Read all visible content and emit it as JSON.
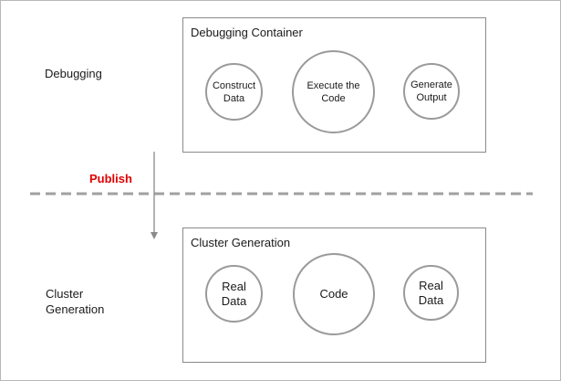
{
  "stage_labels": {
    "debugging": "Debugging",
    "cluster_generation": "Cluster Generation"
  },
  "publish_label": "Publish",
  "debugging_container": {
    "title": "Debugging Container",
    "steps": [
      "Construct Data",
      "Execute the Code",
      "Generate Output"
    ]
  },
  "cluster_generation_box": {
    "title": "Cluster Generation",
    "items": [
      "Real Data",
      "Code",
      "Real Data"
    ]
  },
  "colors": {
    "publish": "#e00000",
    "border": "#8a8a8a",
    "circle_border": "#9a9a9a",
    "dashed_line": "#a0a0a0",
    "arrow": "#8a8a8a"
  }
}
